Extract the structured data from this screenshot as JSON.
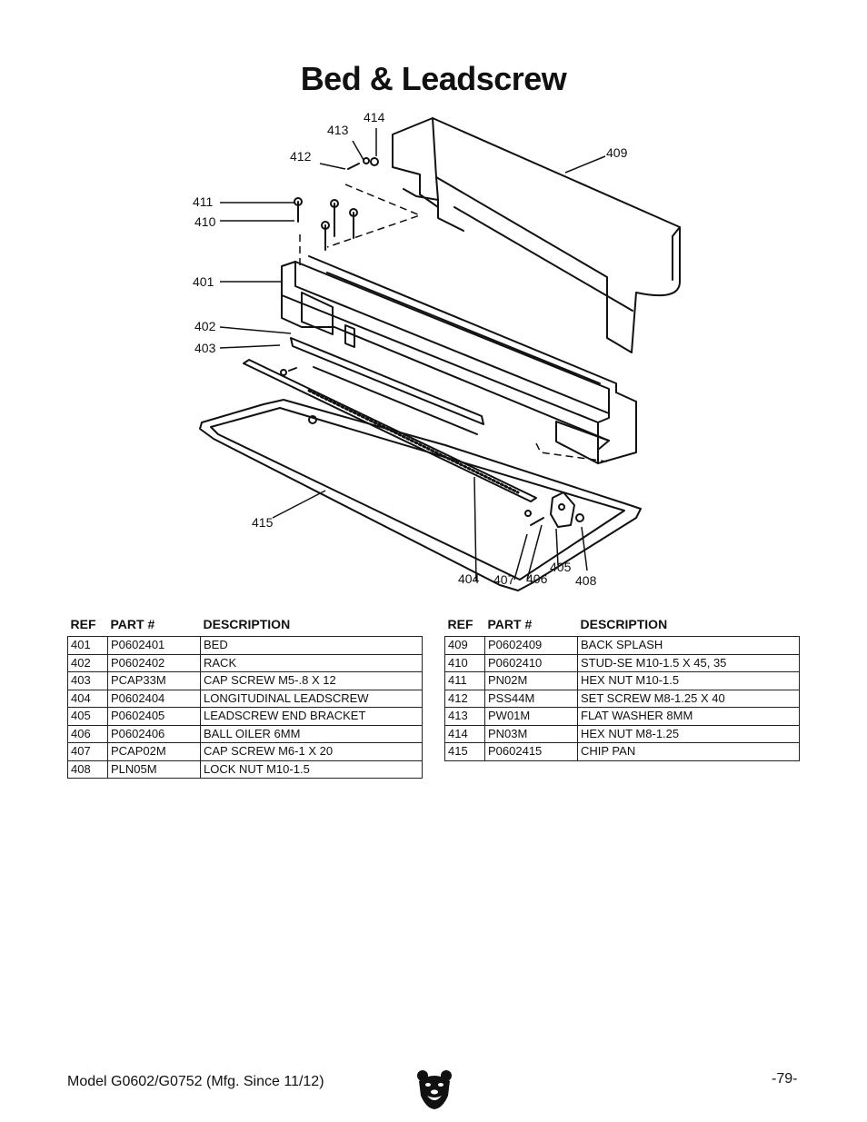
{
  "page": {
    "title": "Bed & Leadscrew",
    "footer_model": "Model G0602/G0752 (Mfg. Since 11/12)",
    "page_number": "-79-"
  },
  "diagram": {
    "callouts": {
      "c401": "401",
      "c402": "402",
      "c403": "403",
      "c404": "404",
      "c405": "405",
      "c406": "406",
      "c407": "407",
      "c408": "408",
      "c409": "409",
      "c410": "410",
      "c411": "411",
      "c412": "412",
      "c413": "413",
      "c414": "414",
      "c415": "415"
    }
  },
  "table_headers": {
    "ref": "REF",
    "part": "PART #",
    "description": "DESCRIPTION"
  },
  "parts_left": [
    {
      "ref": "401",
      "part": "P0602401",
      "description": "BED"
    },
    {
      "ref": "402",
      "part": "P0602402",
      "description": "RACK"
    },
    {
      "ref": "403",
      "part": "PCAP33M",
      "description": "CAP SCREW M5-.8 X 12"
    },
    {
      "ref": "404",
      "part": "P0602404",
      "description": "LONGITUDINAL LEADSCREW"
    },
    {
      "ref": "405",
      "part": "P0602405",
      "description": "LEADSCREW END BRACKET"
    },
    {
      "ref": "406",
      "part": "P0602406",
      "description": "BALL OILER 6MM"
    },
    {
      "ref": "407",
      "part": "PCAP02M",
      "description": "CAP SCREW M6-1 X 20"
    },
    {
      "ref": "408",
      "part": "PLN05M",
      "description": "LOCK NUT M10-1.5"
    }
  ],
  "parts_right": [
    {
      "ref": "409",
      "part": "P0602409",
      "description": "BACK SPLASH"
    },
    {
      "ref": "410",
      "part": "P0602410",
      "description": "STUD-SE M10-1.5 X 45, 35"
    },
    {
      "ref": "411",
      "part": "PN02M",
      "description": "HEX NUT M10-1.5"
    },
    {
      "ref": "412",
      "part": "PSS44M",
      "description": "SET SCREW M8-1.25 X 40"
    },
    {
      "ref": "413",
      "part": "PW01M",
      "description": "FLAT WASHER 8MM"
    },
    {
      "ref": "414",
      "part": "PN03M",
      "description": "HEX NUT M8-1.25"
    },
    {
      "ref": "415",
      "part": "P0602415",
      "description": "CHIP PAN"
    }
  ]
}
